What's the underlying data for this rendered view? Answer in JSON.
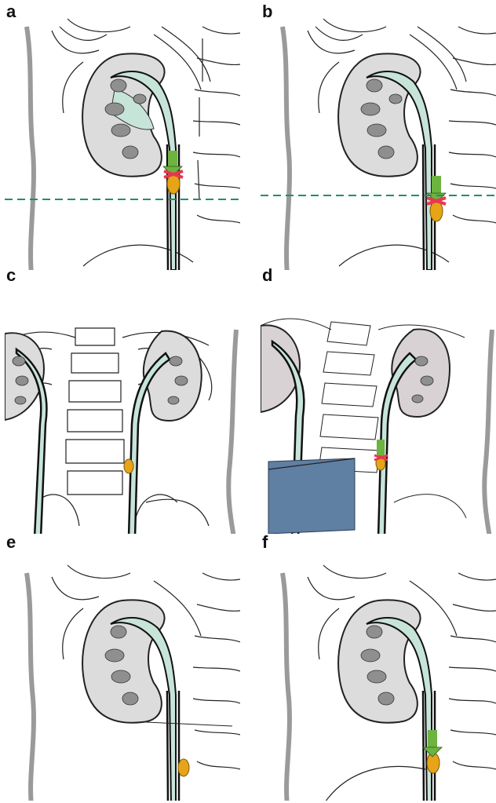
{
  "panels": [
    {
      "label": "a"
    },
    {
      "label": "b"
    },
    {
      "label": "c"
    },
    {
      "label": "d"
    },
    {
      "label": "e"
    },
    {
      "label": "f"
    }
  ],
  "colors": {
    "kidney": "#dcdcdc",
    "collecting_system": "#c7e4d9",
    "calyx_dark": "#8f8f8f",
    "stone": "#e8a417",
    "arrow": "#6cb33f",
    "marker": "#e8374f",
    "guide_line": "#1d9166",
    "body_outline": "#9a9a9a",
    "shield": "#5f7fa3"
  }
}
